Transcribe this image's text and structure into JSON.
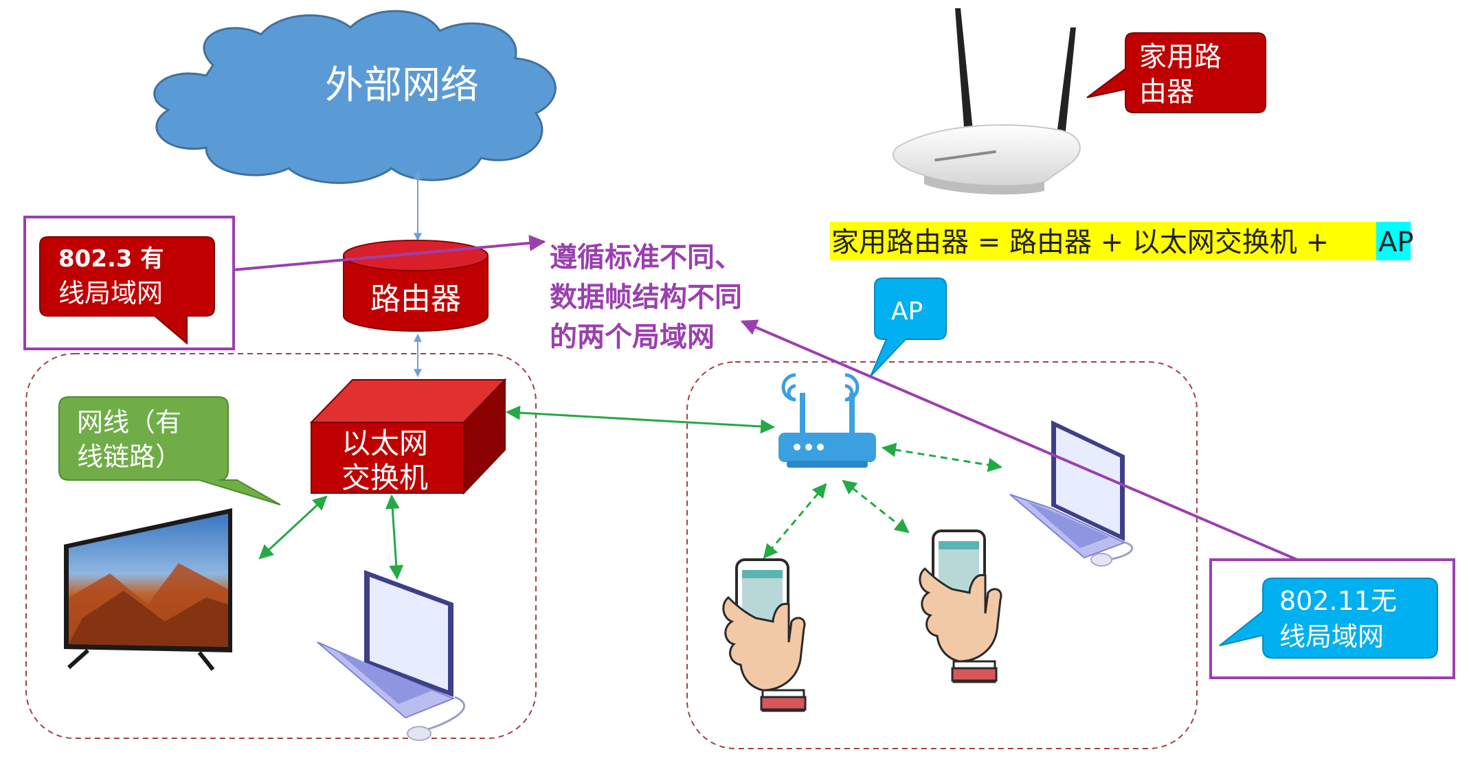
{
  "cloud": {
    "label": "外部网络"
  },
  "router": {
    "label": "路由器"
  },
  "switch": {
    "line1": "以太网",
    "line2": "交换机"
  },
  "callouts": {
    "wired_lan": {
      "line1": "802.3 有",
      "line2": "线局域网"
    },
    "cable": {
      "line1": "网线（有",
      "line2": "线链路）"
    },
    "home_router": {
      "line1": "家用路",
      "line2": "由器"
    },
    "ap": {
      "label": "AP"
    },
    "wireless_lan": {
      "line1": "802.11无",
      "line2": "线局域网"
    }
  },
  "note": {
    "line1": "遵循标准不同、",
    "line2": "数据帧结构不同",
    "line3": "的两个局域网"
  },
  "equation": {
    "text": "家用路由器 = 路由器 + 以太网交换机 + ",
    "ap": "AP"
  },
  "colors": {
    "cloud": "#5b9bd5",
    "red_shape": "#c00000",
    "callout_red": "#c00000",
    "callout_green": "#70ad47",
    "callout_blue": "#00b0f0",
    "purple": "#9b3fb0",
    "green_link": "#22aa44",
    "highlight_yellow": "#ffff00",
    "highlight_cyan": "#00ffff"
  }
}
